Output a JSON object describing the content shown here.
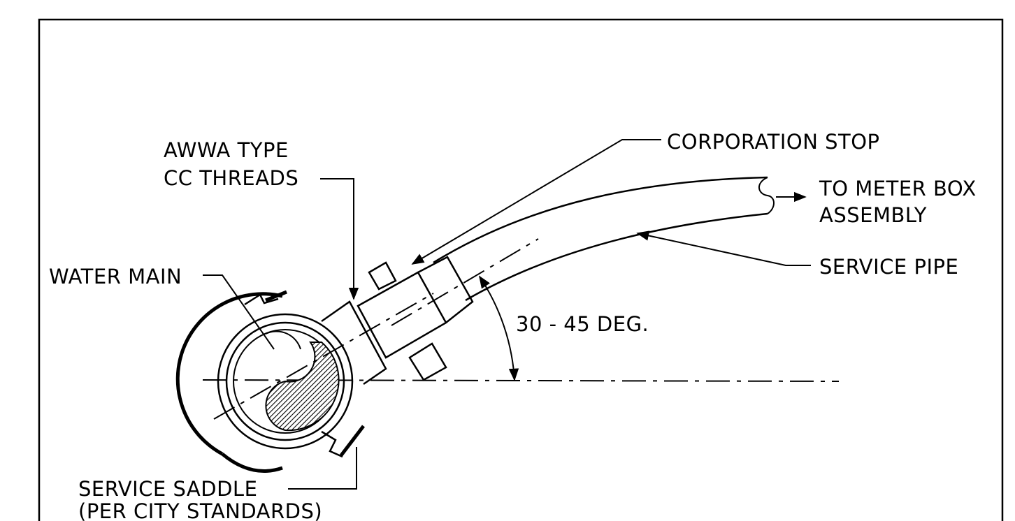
{
  "labels": {
    "awwa_line1": "AWWA TYPE",
    "awwa_line2": "CC THREADS",
    "corporation_stop": "CORPORATION STOP",
    "to_meter_line1": "TO METER BOX",
    "to_meter_line2": "ASSEMBLY",
    "service_pipe": "SERVICE PIPE",
    "water_main": "WATER MAIN",
    "angle": "30 - 45 DEG.",
    "saddle_line1": "SERVICE SADDLE",
    "saddle_line2": "(PER CITY STANDARDS)"
  }
}
